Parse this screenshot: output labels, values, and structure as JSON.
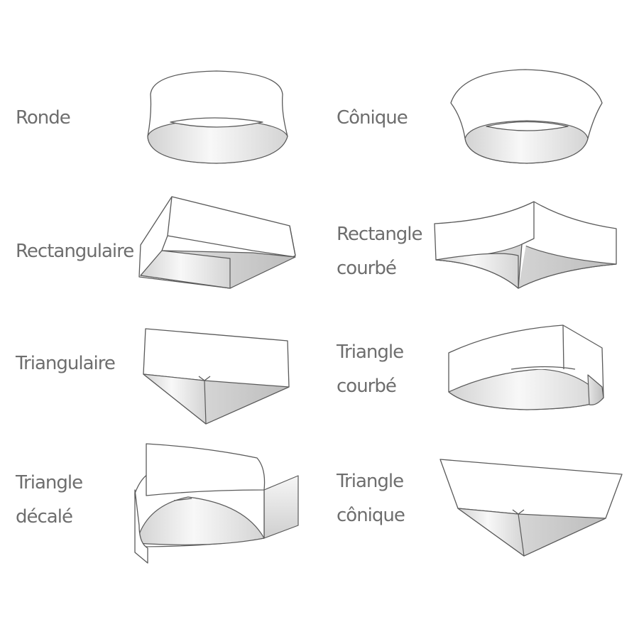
{
  "shapes": [
    {
      "key": "ronde",
      "lines": [
        "Ronde"
      ]
    },
    {
      "key": "conique",
      "lines": [
        "Cônique"
      ]
    },
    {
      "key": "rectangulaire",
      "lines": [
        "Rectangulaire"
      ]
    },
    {
      "key": "rectangle_courbe",
      "lines": [
        "Rectangle",
        "courbé"
      ]
    },
    {
      "key": "triangulaire",
      "lines": [
        "Triangulaire"
      ]
    },
    {
      "key": "triangle_courbe",
      "lines": [
        "Triangle",
        "courbé"
      ]
    },
    {
      "key": "triangle_decale",
      "lines": [
        "Triangle",
        "décalé"
      ]
    },
    {
      "key": "triangle_conique",
      "lines": [
        "Triangle",
        "cônique"
      ]
    }
  ],
  "colors": {
    "label_text": "#6e6e6e",
    "outline": "#5a5a5a",
    "shade_light": "#f7f7f7",
    "shade_dark": "#c8c8c8",
    "background": "#ffffff"
  }
}
